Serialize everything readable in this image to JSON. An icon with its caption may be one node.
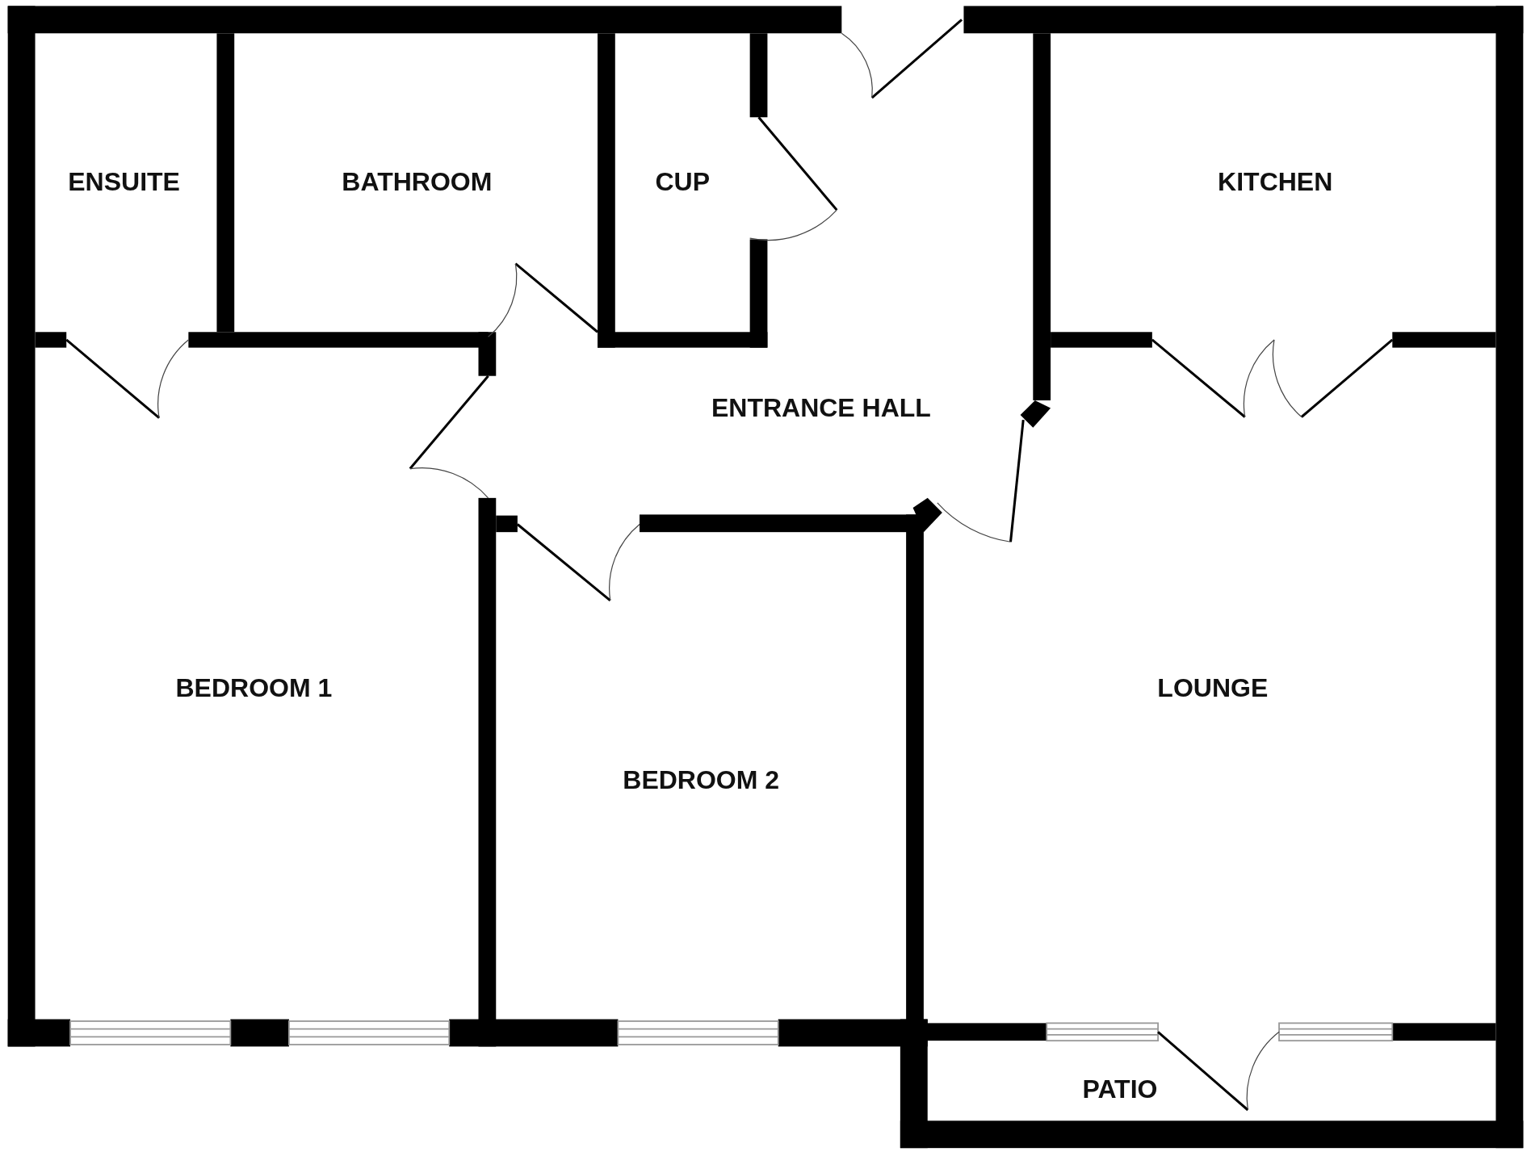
{
  "diagram": {
    "nodes": [
      {
        "text": [
          "ENSUITE"
        ]
      },
      {
        "text": [
          "BATHROOM"
        ]
      },
      {
        "text": [
          "CUP"
        ]
      },
      {
        "text": [
          "KITCHEN"
        ]
      },
      {
        "text": [
          "ENTRANCE HALL"
        ]
      },
      {
        "text": [
          "BEDROOM 1"
        ]
      },
      {
        "text": [
          "BEDROOM 2"
        ]
      },
      {
        "text": [
          "LOUNGE"
        ]
      },
      {
        "text": [
          "PATIO"
        ]
      }
    ]
  }
}
